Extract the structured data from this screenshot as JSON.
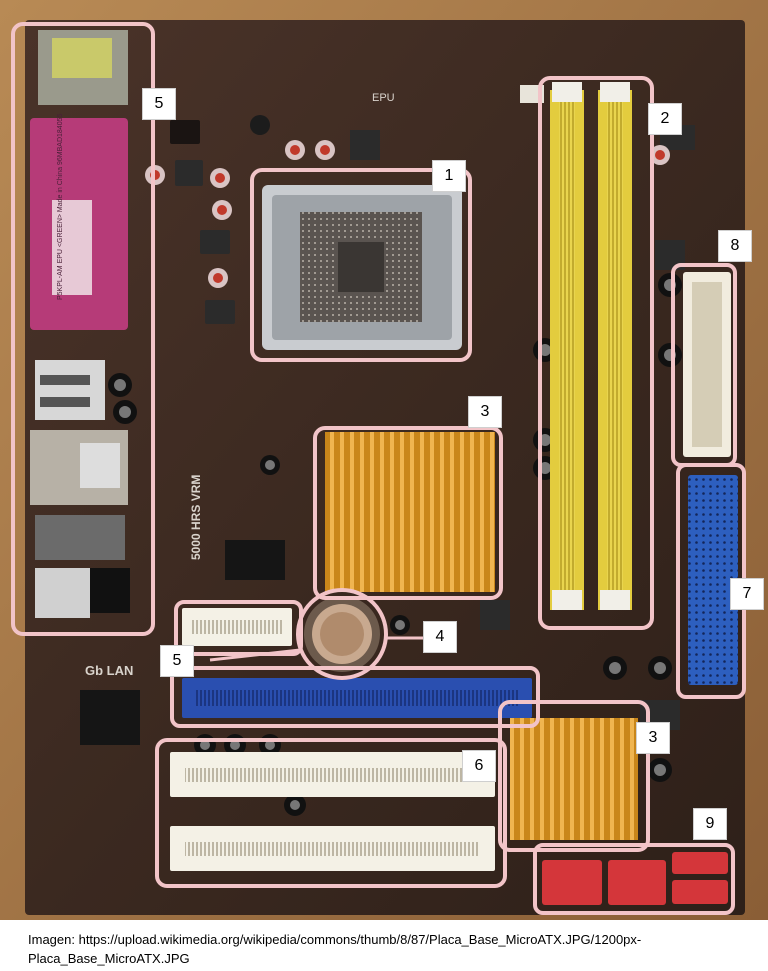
{
  "labels": {
    "cpu_socket": "1",
    "ram_slots": "2",
    "chipset_north": "3",
    "chipset_south": "3",
    "cmos_battery": "4",
    "rear_io": "5",
    "pcie_x1": "5",
    "pci_slots": "6",
    "ide_connector": "7",
    "atx_power": "8",
    "sata_ports": "9"
  },
  "board_text": {
    "epu": "EPU",
    "vrm": "5000 HRS VRM",
    "lan": "Gb LAN",
    "parallel_sticker": "P5KPL-AM EPU <GREEN> Made in China 96MBAD184055"
  },
  "colors": {
    "board": "#3a2a22",
    "highlight": "#f2c4c8",
    "ram_slot": "#e6d24a",
    "pcie_x16": "#2a4fb0",
    "ide": "#2d5fbf",
    "heatsink": "#d6941e",
    "sata": "#d4363a"
  },
  "caption": {
    "text": "Imagen: https://upload.wikimedia.org/wikipedia/commons/thumb/8/87/Placa_Base_MicroATX.JPG/1200px-Placa_Base_MicroATX.JPG"
  }
}
